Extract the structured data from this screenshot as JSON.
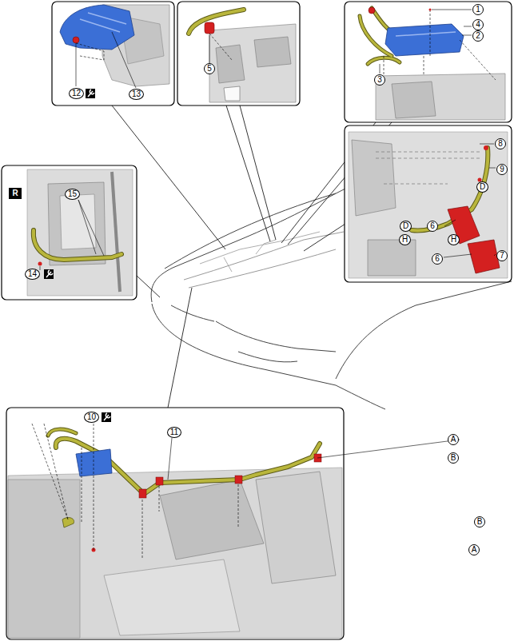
{
  "diagram": {
    "labels": [
      "12",
      "13",
      "5",
      "1",
      "4",
      "2",
      "3",
      "8",
      "9",
      "D",
      "6",
      "D",
      "H",
      "H",
      "6",
      "7",
      "R",
      "15",
      "14",
      "10",
      "11",
      "A",
      "B",
      "B",
      "A"
    ]
  }
}
